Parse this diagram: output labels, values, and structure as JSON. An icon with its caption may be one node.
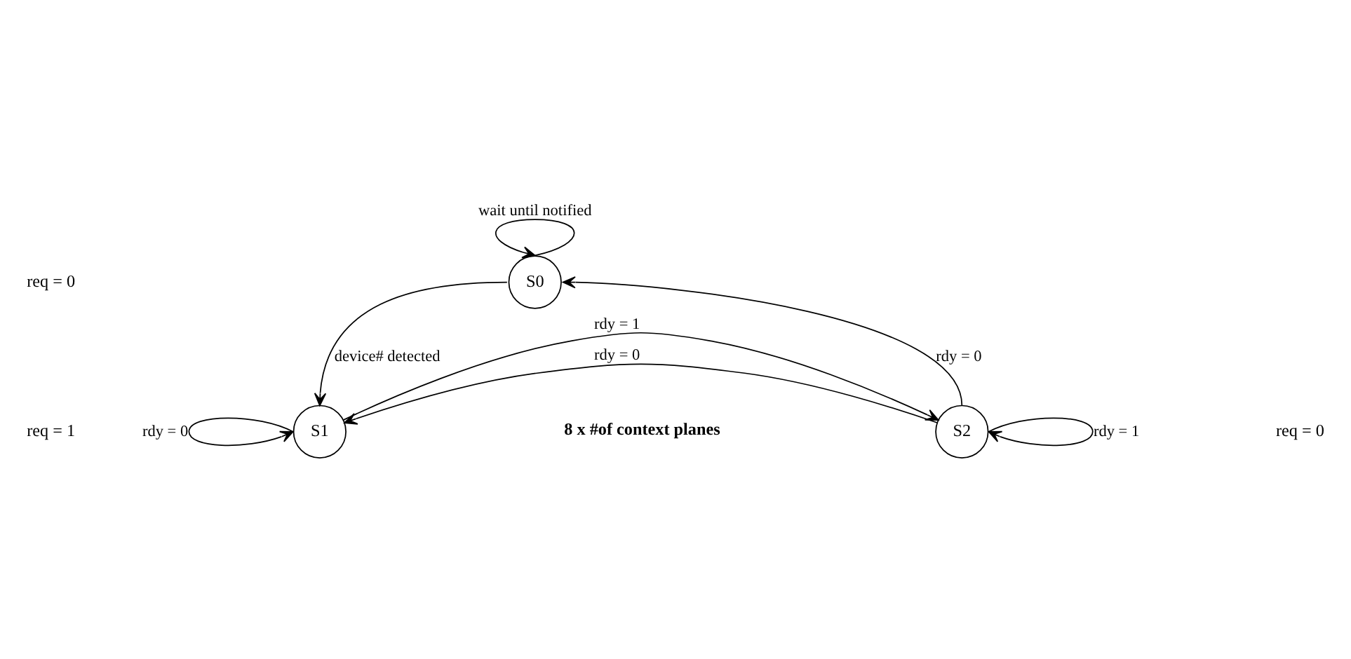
{
  "diagram": {
    "nodes": [
      {
        "text": [
          "S0"
        ]
      },
      {
        "text": [
          "S1"
        ]
      },
      {
        "text": [
          "S2"
        ]
      }
    ],
    "edges": [
      {
        "from": 0,
        "to": 0,
        "arrow": "to",
        "label": "wait until notified"
      },
      {
        "from": 0,
        "to": 1,
        "arrow": "to",
        "label": "device# detected"
      },
      {
        "from": 2,
        "to": 0,
        "arrow": "to",
        "label": "rdy = 0"
      },
      {
        "from": 2,
        "to": 1,
        "arrow": "to",
        "label": "rdy = 0"
      },
      {
        "from": 1,
        "to": 1,
        "arrow": "to",
        "label": "rdy = 0"
      },
      {
        "from": 1,
        "to": 2,
        "arrow": "to",
        "label": "rdy = 1"
      },
      {
        "from": 2,
        "to": 2,
        "arrow": "to",
        "label": "rdy = 1"
      }
    ],
    "labels": [
      "req = 0",
      "req = 1",
      "8 x #of context planes",
      "req = 0"
    ]
  }
}
